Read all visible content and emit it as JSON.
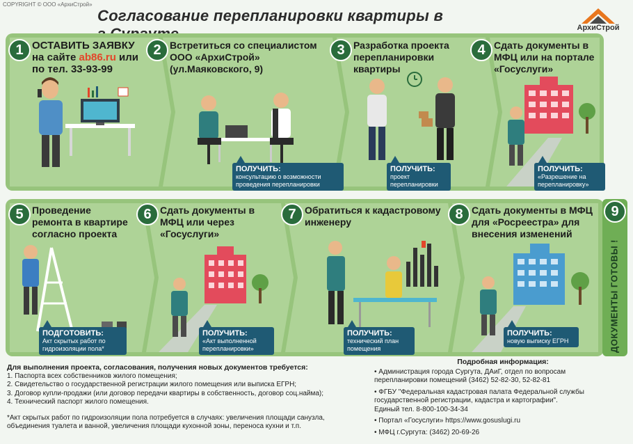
{
  "copyright": "COPYRIGHT © ООО «АрхиСтрой»",
  "title": "Согласование  перепланировки  квартиры в г.Сургуте",
  "logo_text": "АрхиСтрой",
  "steps": [
    {
      "num": "1",
      "line1": "ОСТАВИТЬ ЗАЯВКУ",
      "line2a": "на сайте ",
      "site": "ab86.ru",
      "line2b": " или",
      "line3": "по тел. 33-93-99"
    },
    {
      "num": "2",
      "line1": "Встретиться со специалистом",
      "line2": "ООО «АрхиСтрой»",
      "line3": "(ул.Маяковского, 9)",
      "get_title": "ПОЛУЧИТЬ:",
      "get_l1": "консультацию о возможности",
      "get_l2": "проведения перепланировки"
    },
    {
      "num": "3",
      "line1": "Разработка проекта",
      "line2": "перепланировки",
      "line3": "квартиры",
      "get_title": "ПОЛУЧИТЬ:",
      "get_l1": "проект",
      "get_l2": "перепланировки"
    },
    {
      "num": "4",
      "line1": "Сдать документы в",
      "line2": "МФЦ или на портале",
      "line3": "«Госуслуги»",
      "get_title": "ПОЛУЧИТЬ:",
      "get_l1": "«Разрешение на",
      "get_l2": "перепланировку»"
    },
    {
      "num": "5",
      "line1": "Проведение",
      "line2": "ремонта в квартире",
      "line3": "согласно проекта",
      "get_title": "ПОДГОТОВИТЬ:",
      "get_l1": "Акт скрытых работ по",
      "get_l2": "гидроизоляции пола*"
    },
    {
      "num": "6",
      "line1": "Сдать документы в",
      "line2": "МФЦ или через",
      "line3": "«Госуслуги»",
      "get_title": "ПОЛУЧИТЬ:",
      "get_l1": "«Акт выполненной",
      "get_l2": "перепланировки»"
    },
    {
      "num": "7",
      "line1": "Обратиться к кадастровому",
      "line2": "инженеру",
      "get_title": "ПОЛУЧИТЬ:",
      "get_l1": "технический план",
      "get_l2": "помещения"
    },
    {
      "num": "8",
      "line1": "Сдать документы в МФЦ",
      "line2": "для «Росреестра» для",
      "line3": "внесения изменений",
      "get_title": "ПОЛУЧИТЬ:",
      "get_l1": "новую выписку ЕГРН"
    },
    {
      "num": "9",
      "text": "ДОКУМЕНТЫ ГОТОВЫ !"
    }
  ],
  "requirements": {
    "heading": "Для выполнения проекта, согласования, получения новых документов требуется:",
    "items": [
      "1. Паспорта всех собственников жилого помещения;",
      "2. Свидетельство о государственной регистрации жилого помещения или выписка ЕГРН;",
      "3. Договор купли-продажи (или договор передачи квартиры в собственность, договор соц.найма);",
      "4. Технический паспорт жилого помещения."
    ],
    "note_l1": "*Акт скрытых работ по гидроизоляции пола потребуется в случаях: увеличения площади санузла,",
    "note_l2": "объединения туалета и ванной, увеличения площади кухонной зоны, переноса кухни и т.п."
  },
  "info": {
    "heading": "Подробная информация:",
    "i1_l1": "• Администрация города Сургута, ДАиГ, отдел по вопросам",
    "i1_l2": "перепланировки помещений (3462) 52-82-30, 52-82-81",
    "i2_l1": "• ФГБУ \"Федеральная кадастровая палата Федеральной службы",
    "i2_l2": "государственной регистрации, кадастра и картографии\".",
    "i2_l3": "Единый тел. 8-800-100-34-34",
    "i3": "• Портал «Госуслуги» https://www.gosuslugi.ru",
    "i4": "• МФЦ г.Сургута: (3462) 20-69-26"
  },
  "colors": {
    "band": "#97c47c",
    "num_bg": "#2a6c3c",
    "get_box": "#1f5a74",
    "accent": "#e3462a",
    "building": "#e34b5c",
    "building2": "#4a9ccf"
  }
}
